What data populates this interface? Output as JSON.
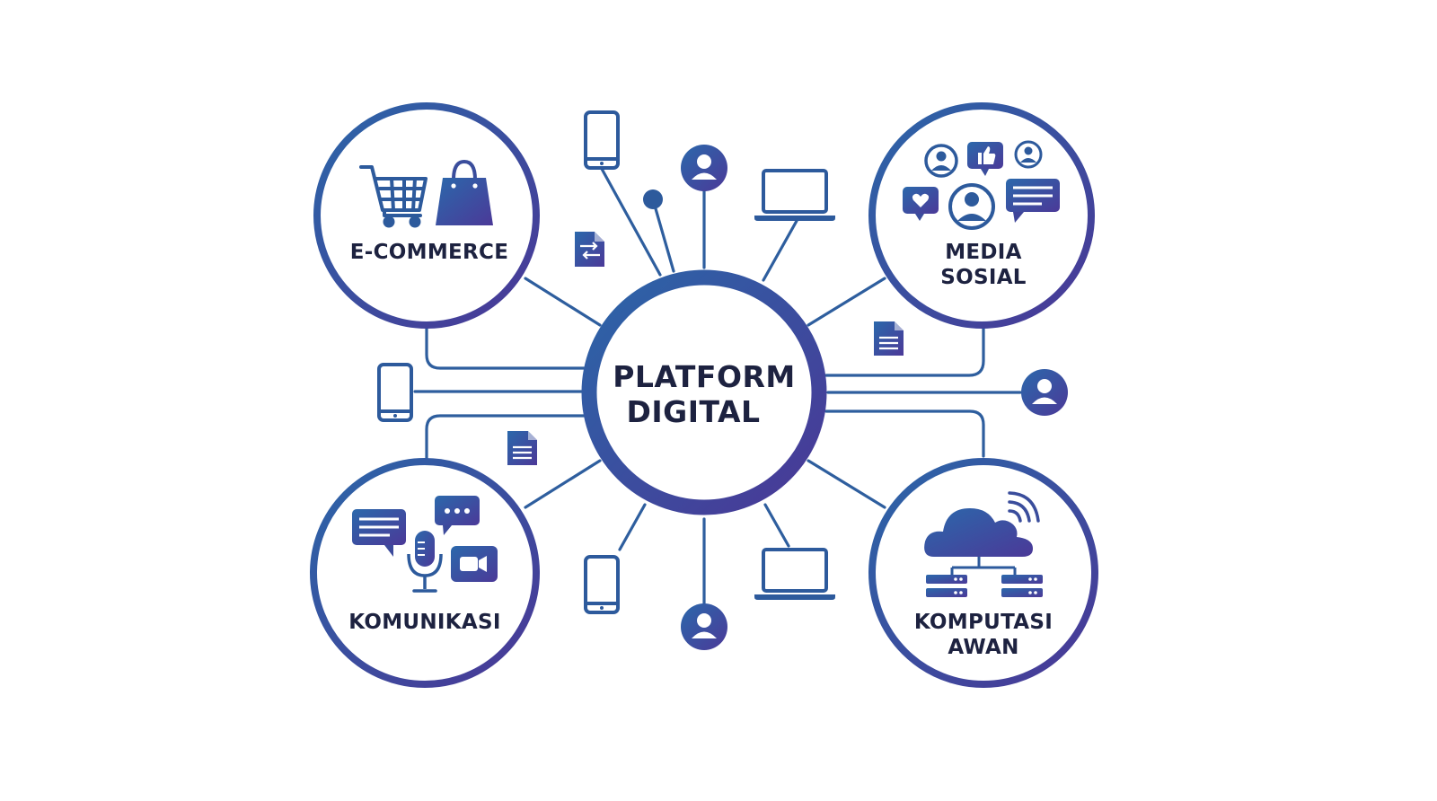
{
  "center": {
    "line1": "PLATFORM",
    "line2": "DIGITAL"
  },
  "nodes": {
    "ecommerce": {
      "line1": "E-COMMERCE"
    },
    "media_sosial": {
      "line1": "MEDIA",
      "line2": "SOSIAL"
    },
    "komunikasi": {
      "line1": "KOMUNIKASI"
    },
    "komputasi_awan": {
      "line1": "KOMPUTASI",
      "line2": "AWAN"
    }
  },
  "colors": {
    "primary": "#2e5e9e",
    "secondary": "#4b3b99",
    "icon_fill": "#2a5aa0",
    "text": "#1d2240",
    "background": "#ffffff"
  }
}
